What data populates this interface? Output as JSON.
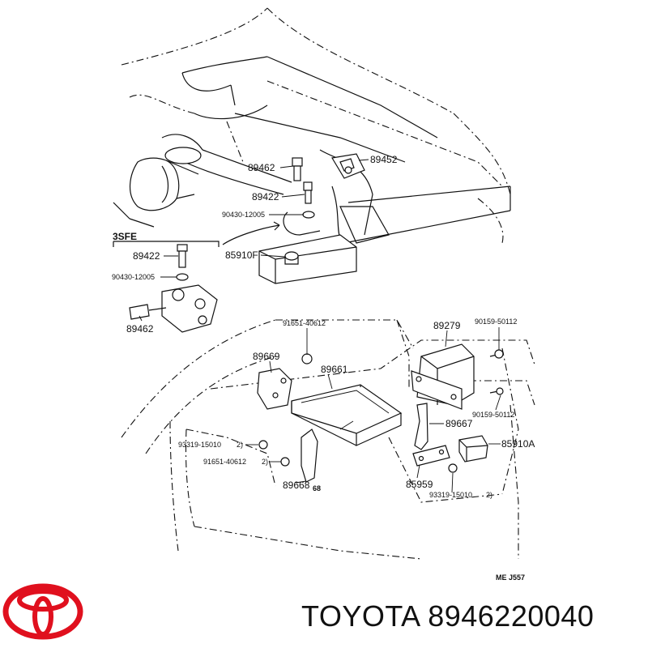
{
  "brand": {
    "name": "TOYOTA",
    "part_number": "8946220040"
  },
  "section_label": "3SFE",
  "drawing_code": "ME  J557",
  "part_labels": {
    "p89452": "89452",
    "p89462_top": "89462",
    "p89422_top": "89422",
    "p90430_top": "90430-12005",
    "p85910F": "85910F",
    "p89422_mid": "89422",
    "p90430_mid": "90430-12005",
    "p89462_mid": "89462",
    "p91651_top": "91651-40612",
    "p89279": "89279",
    "p90159_top": "90159-50112",
    "p89669": "89669",
    "p89661": "89661",
    "p90159_mid": "90159-50112",
    "p89667": "89667",
    "p93319_left": "93319-15010",
    "p85910A": "85910A",
    "p91651_bot": "91651-40612",
    "p85959": "85959",
    "p89668": "89668",
    "p93319_right": "93319-15010",
    "frag_68": "68",
    "frag_2a": "2)",
    "frag_2b": "2)",
    "frag_2c": "2)"
  },
  "colors": {
    "logo_red": "#e0101e",
    "ink": "#111111"
  }
}
